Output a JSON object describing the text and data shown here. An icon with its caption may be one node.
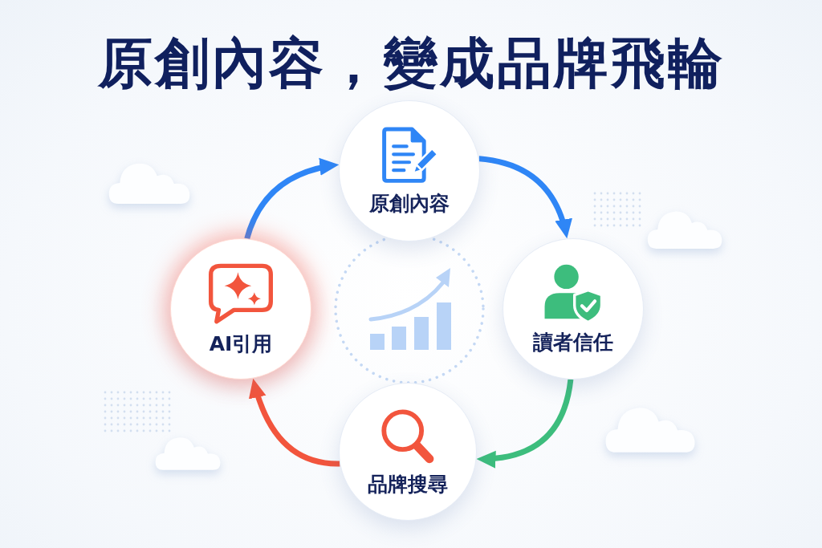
{
  "diagram": {
    "title": "原創內容，變成品牌飛輪",
    "nodes": [
      {
        "text": [
          "原創內容"
        ]
      },
      {
        "text": [
          "讀者信任"
        ]
      },
      {
        "text": [
          "品牌搜尋"
        ]
      },
      {
        "text": [
          "AI引用"
        ]
      }
    ],
    "edges": [
      {
        "from": 0,
        "to": 1,
        "arrow": "to"
      },
      {
        "from": 1,
        "to": 2,
        "arrow": "to",
        "color": "#3dbd7d"
      },
      {
        "from": 2,
        "to": 3,
        "arrow": "to",
        "color": "#f2553d"
      },
      {
        "from": 3,
        "to": 0,
        "arrow": "to"
      }
    ]
  }
}
